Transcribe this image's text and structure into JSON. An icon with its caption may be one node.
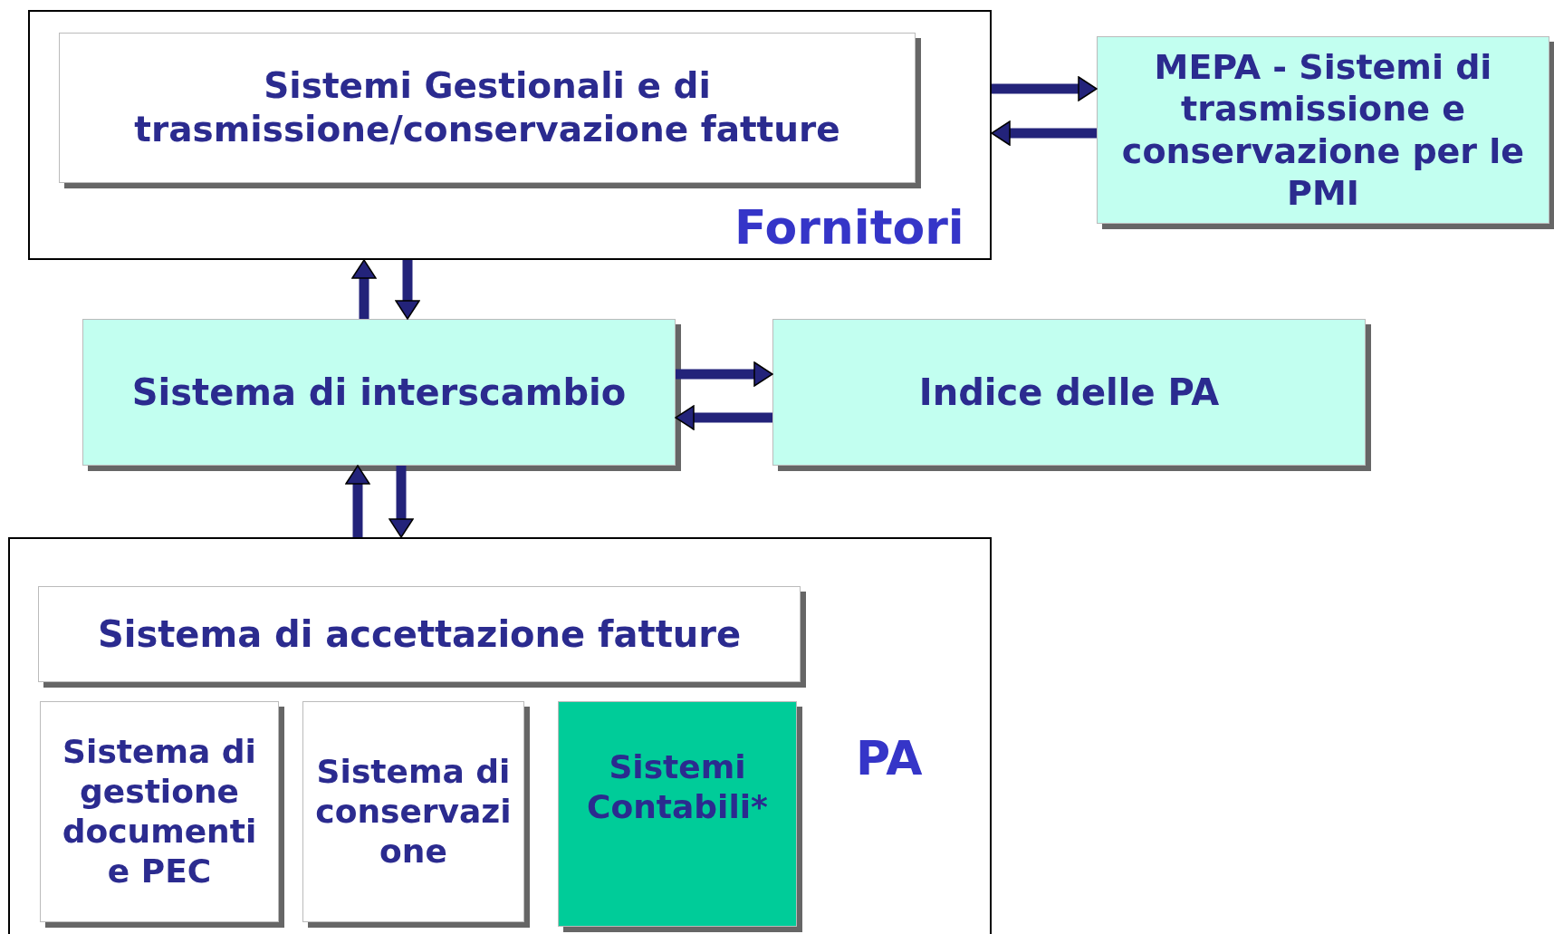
{
  "diagram": {
    "nodes": [
      {
        "text": [
          "Fornitori"
        ]
      },
      {
        "text": [
          "Sistemi Gestionali e di trasmissione/conservazione fatture"
        ],
        "in": 0
      },
      {
        "text": [
          "MEPA - Sistemi di trasmissione e conservazione per le PMI"
        ]
      },
      {
        "text": [
          "Sistema di interscambio"
        ]
      },
      {
        "text": [
          "Indice delle PA"
        ]
      },
      {
        "text": [
          "PA"
        ]
      },
      {
        "text": [
          "Sistema di accettazione fatture"
        ],
        "in": 5
      },
      {
        "text": [
          "Sistema di gestione documenti e PEC"
        ],
        "in": 5
      },
      {
        "text": [
          "Sistema di conservazione"
        ],
        "in": 5
      },
      {
        "text": [
          "Sistemi Contabili*"
        ],
        "in": 5
      }
    ],
    "edges": [
      {
        "from": 0,
        "to": 2,
        "arrow": "to"
      },
      {
        "from": 2,
        "to": 0,
        "arrow": "to"
      },
      {
        "from": 3,
        "to": 0,
        "arrow": "to"
      },
      {
        "from": 0,
        "to": 3,
        "arrow": "to"
      },
      {
        "from": 3,
        "to": 4,
        "arrow": "to"
      },
      {
        "from": 4,
        "to": 3,
        "arrow": "to"
      },
      {
        "from": 5,
        "to": 3,
        "arrow": "to"
      },
      {
        "from": 3,
        "to": 5,
        "arrow": "to"
      }
    ]
  }
}
